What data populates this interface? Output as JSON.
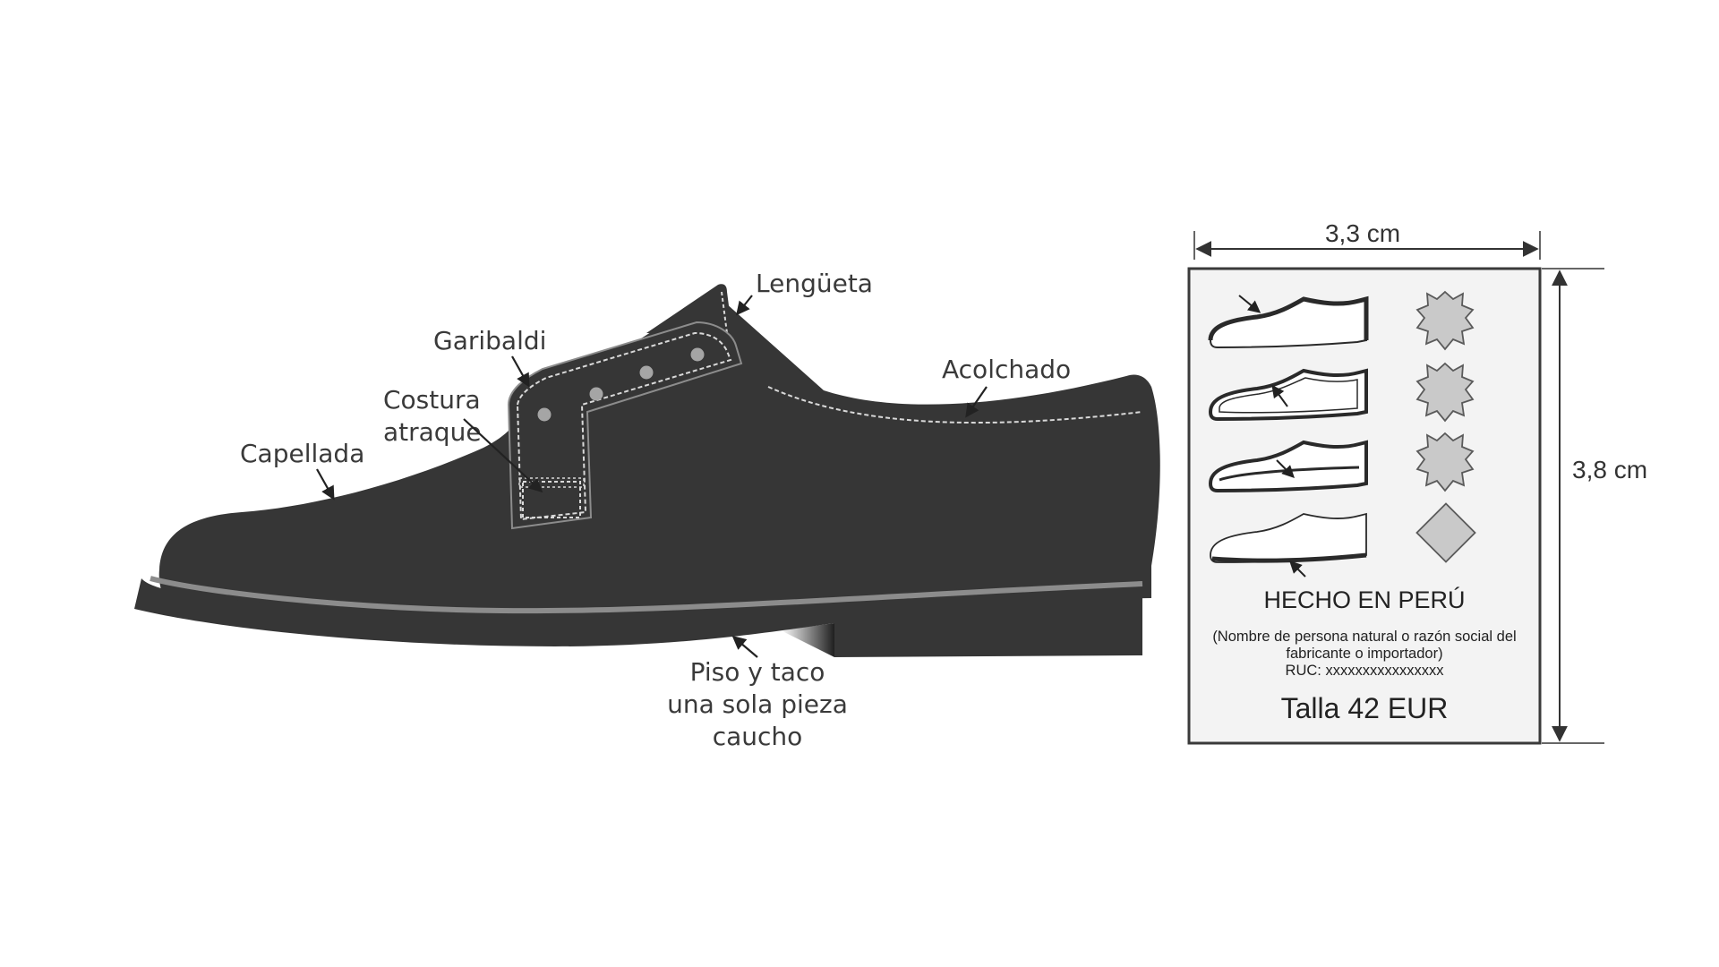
{
  "callouts": {
    "lengueta": "Lengüeta",
    "garibaldi": "Garibaldi",
    "costura_line1": "Costura",
    "costura_line2": "atraque",
    "capellada": "Capellada",
    "acolchado": "Acolchado",
    "piso_line1": "Piso y taco",
    "piso_line2": "una sola pieza",
    "piso_line3": "caucho"
  },
  "label": {
    "width_dimension": "3,3 cm",
    "height_dimension": "3,8 cm",
    "made_in": "HECHO EN PERÚ",
    "maker_line1": "(Nombre de persona natural o razón social del",
    "maker_line2": "fabricante o importador)",
    "ruc_line": "RUC: xxxxxxxxxxxxxxxx",
    "size_text": "Talla 42 EUR",
    "material_icons": [
      "leather-hide-icon",
      "leather-hide-icon",
      "leather-hide-icon",
      "other-materials-diamond-icon"
    ]
  },
  "colors": {
    "shoe_body": "#363636",
    "sole_stripe": "#8c8c8c",
    "eyelet": "#a5a5a5",
    "stitching": "#d9d9d9",
    "material_icon_fill": "#c9c9c9",
    "text": "#3a3a3a"
  }
}
